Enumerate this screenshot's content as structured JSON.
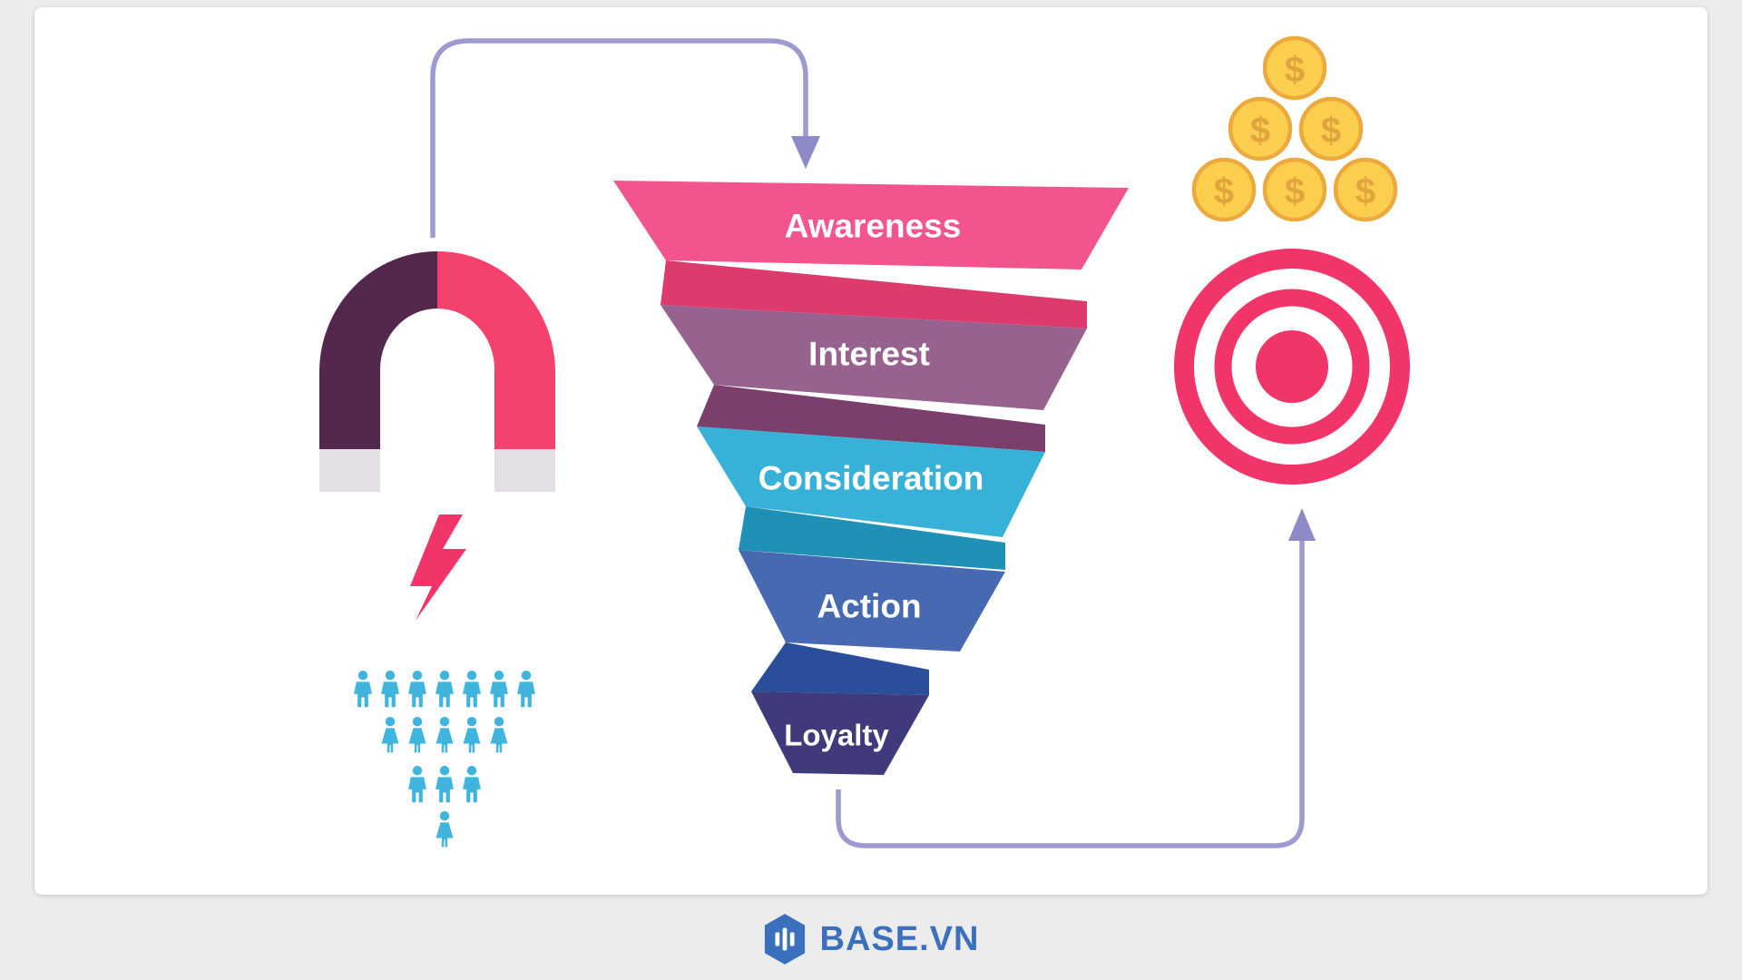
{
  "page": {
    "bg": "#ececec"
  },
  "card": {
    "bg": "#ffffff"
  },
  "funnel": {
    "label_color": "#ffffff",
    "stages": [
      {
        "label": "Awareness",
        "color": "#F3548E",
        "fold_color": "#DD3A6E"
      },
      {
        "label": "Interest",
        "color": "#98628F",
        "fold_color": "#7B3F6B"
      },
      {
        "label": "Consideration",
        "color": "#38B1D8",
        "fold_color": "#1F90B6"
      },
      {
        "label": "Action",
        "color": "#4769B2",
        "fold_color": "#2B4E9B"
      },
      {
        "label": "Loyalty",
        "color": "#3E3A7C"
      }
    ]
  },
  "arrows": {
    "color": "#9C9AD1",
    "head_color": "#8D8BC7"
  },
  "magnet": {
    "left_color": "#54284C",
    "right_color": "#F5426D",
    "tip_color": "#E5DEE7"
  },
  "bolt": {
    "color": "#F23568"
  },
  "people": {
    "color": "#3FB5DE",
    "rows": [
      {
        "count": 7,
        "type": "man"
      },
      {
        "count": 5,
        "type": "woman"
      },
      {
        "count": 3,
        "type": "man"
      },
      {
        "count": 1,
        "type": "woman"
      }
    ]
  },
  "coins": {
    "count": 6,
    "symbol": "$",
    "fill": "#FBCE4D",
    "border": "#ECA93E",
    "symbol_color": "#E2A43C"
  },
  "target": {
    "color": "#F23568"
  },
  "footer": {
    "brand": "BASE.VN",
    "color": "#3B70BD",
    "hex_color": "#3B70BD",
    "bar_color": "#ffffff"
  }
}
